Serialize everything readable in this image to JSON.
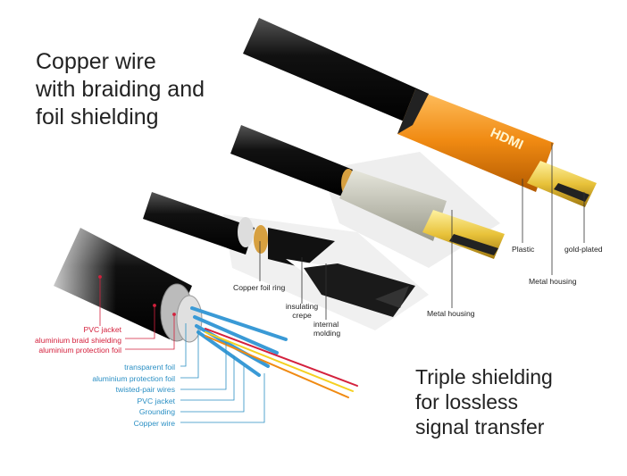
{
  "headline_left": [
    "Copper wire",
    "with braiding and",
    "foil shielding"
  ],
  "headline_right": [
    "Triple shielding",
    "for lossless",
    "signal transfer"
  ],
  "outer_layers": [
    "PVC jacket",
    "aluminium braid shielding",
    "aluminium protection foil"
  ],
  "inner_layers": [
    "transparent foil",
    "aluminium protection foil",
    "twisted-pair wires",
    "PVC jacket",
    "Grounding",
    "Copper wire"
  ],
  "connector_labels": {
    "copper_foil_ring": "Copper foil ring",
    "insulating_crepe": [
      "insulating",
      "crepe"
    ],
    "internal_molding": [
      "internal",
      "molding"
    ],
    "metal_housing_1": "Metal housing",
    "plastic": "Plastic",
    "metal_housing_2": "Metal housing",
    "gold_plated": "gold-plated"
  },
  "logo_text": "HDMI",
  "colors": {
    "outer_label": "#d4213d",
    "inner_label": "#2a8fc4",
    "housing": "#f08a12",
    "gold": "#e8c23a"
  }
}
